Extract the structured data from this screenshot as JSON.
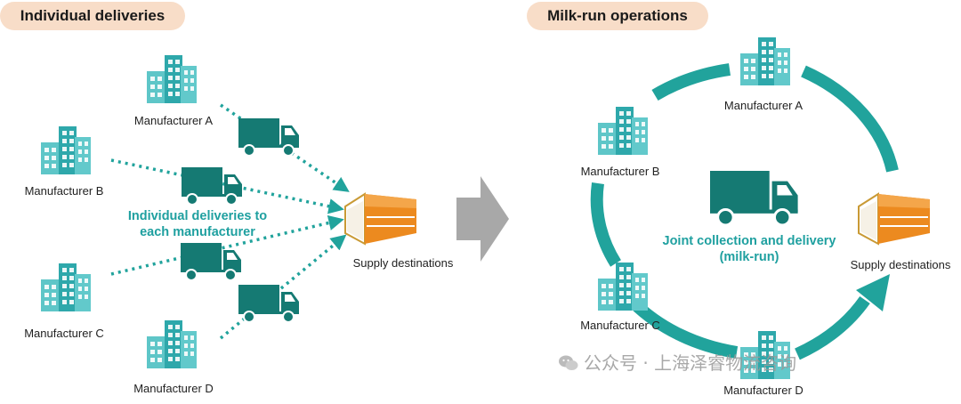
{
  "left": {
    "title": "Individual deliveries",
    "center_label_line1": "Individual deliveries to",
    "center_label_line2": "each manufacturer",
    "manufacturers": [
      "Manufacturer A",
      "Manufacturer B",
      "Manufacturer C",
      "Manufacturer D"
    ],
    "destination": "Supply destinations"
  },
  "right": {
    "title": "Milk-run operations",
    "center_label_line1": "Joint collection and delivery",
    "center_label_line2": "(milk-run)",
    "manufacturers": [
      "Manufacturer A",
      "Manufacturer B",
      "Manufacturer C",
      "Manufacturer D"
    ],
    "destination": "Supply destinations"
  },
  "watermark": "公众号 · 上海泽睿物流咨询",
  "colors": {
    "teal": "#21a39c",
    "dark_teal": "#157a73",
    "orange": "#ec8a1f",
    "pill": "#f8ddc8",
    "arrow_gray": "#a8a8a8"
  },
  "icons": [
    "building-icon",
    "truck-icon",
    "warehouse-icon",
    "big-arrow-icon"
  ]
}
